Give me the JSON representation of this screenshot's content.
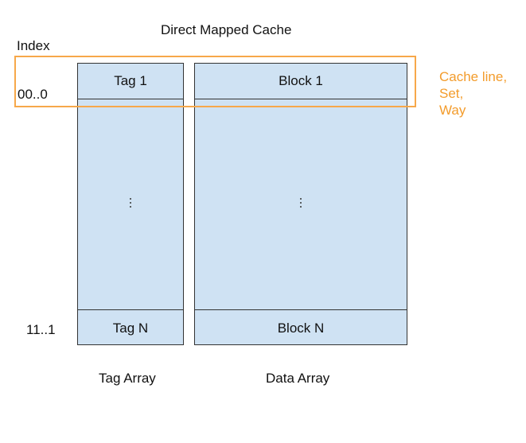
{
  "title": "Direct Mapped Cache",
  "index": {
    "label": "Index",
    "first": "00..0",
    "last": "11..1"
  },
  "tag_array": {
    "first": "Tag 1",
    "ellipsis": "⋮",
    "last": "Tag N",
    "caption": "Tag Array"
  },
  "data_array": {
    "first": "Block 1",
    "ellipsis": "⋮",
    "last": "Block N",
    "caption": "Data Array"
  },
  "cache_line_annotation": {
    "lines": [
      "Cache line,",
      "Set,",
      "Way"
    ],
    "color": "#f39c2c"
  },
  "colors": {
    "array_fill": "#cfe2f3",
    "border": "#333333",
    "highlight": "#f7a84a"
  }
}
